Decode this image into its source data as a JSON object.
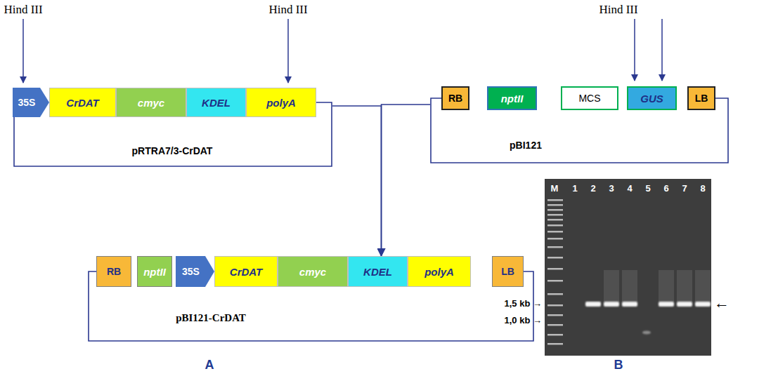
{
  "diagram": {
    "nodes": [
      {
        "text": [
          "pRTRA7/3-CrDAT"
        ]
      },
      {
        "text": [
          "35S"
        ],
        "in": 0
      },
      {
        "text": [
          "CrDAT"
        ],
        "in": 0
      },
      {
        "text": [
          "cmyc"
        ],
        "in": 0
      },
      {
        "text": [
          "KDEL"
        ],
        "in": 0
      },
      {
        "text": [
          "polyA"
        ],
        "in": 0
      },
      {
        "text": [
          "pBI121"
        ]
      },
      {
        "text": [
          "RB"
        ],
        "in": 6
      },
      {
        "text": [
          "nptII"
        ],
        "in": 6
      },
      {
        "text": [
          "MCS"
        ],
        "in": 6
      },
      {
        "text": [
          "GUS"
        ],
        "in": 6
      },
      {
        "text": [
          "LB"
        ],
        "in": 6
      },
      {
        "text": [
          "pBI121-CrDAT"
        ]
      },
      {
        "text": [
          "RB"
        ],
        "in": 12
      },
      {
        "text": [
          "nptII"
        ],
        "in": 12
      },
      {
        "text": [
          "35S"
        ],
        "in": 12
      },
      {
        "text": [
          "CrDAT"
        ],
        "in": 12
      },
      {
        "text": [
          "cmyc"
        ],
        "in": 12
      },
      {
        "text": [
          "KDEL"
        ],
        "in": 12
      },
      {
        "text": [
          "polyA"
        ],
        "in": 12
      },
      {
        "text": [
          "LB"
        ],
        "in": 12
      }
    ],
    "edges": [
      {
        "from": 0,
        "to": 12,
        "arrow": "to"
      },
      {
        "from": 6,
        "to": 12,
        "arrow": "to"
      }
    ],
    "labels": [
      "Hind III",
      "Hind III",
      "Hind III",
      "M",
      "1",
      "2",
      "3",
      "4",
      "5",
      "6",
      "7",
      "8",
      "1,5 kb →",
      "1,0 kb →",
      "←",
      "A",
      "B"
    ]
  }
}
